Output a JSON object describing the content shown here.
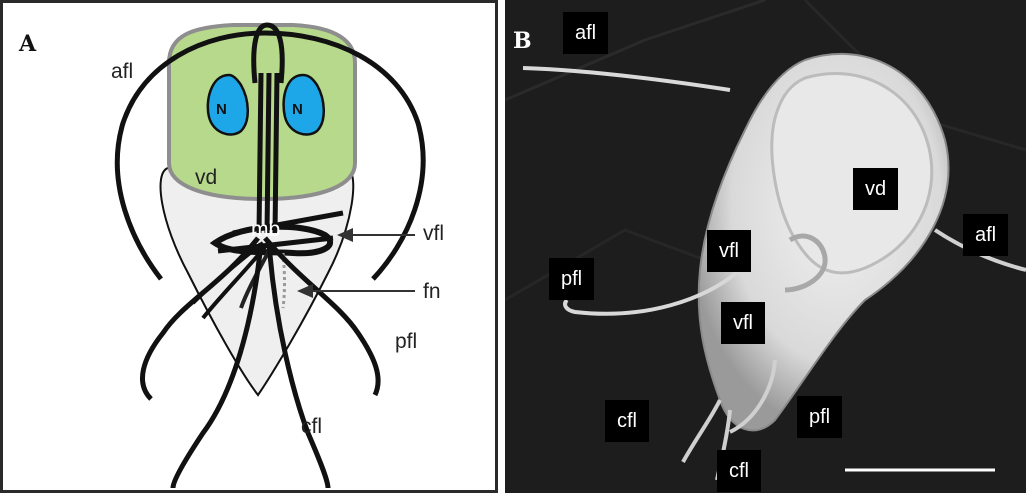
{
  "panel_a": {
    "letter": "A",
    "labels": {
      "afl": "afl",
      "vd": "vd",
      "mb": "mb",
      "vfl": "vfl",
      "fn": "fn",
      "pfl": "pfl",
      "cfl": "cfl",
      "nucleus_left": "N",
      "nucleus_right": "N"
    }
  },
  "panel_b": {
    "letter": "B",
    "labels": {
      "afl_top": "afl",
      "afl_right": "afl",
      "vd": "vd",
      "pfl_left": "pfl",
      "vfl_upper": "vfl",
      "vfl_lower": "vfl",
      "cfl_left": "cfl",
      "cfl_bottom": "cfl",
      "pfl_bottom": "pfl"
    },
    "scale_bar": "scale-bar"
  },
  "colors": {
    "disc_green": "#b7d98b",
    "nucleus_blue": "#1ea7e8",
    "outline": "#111111",
    "sem_background": "#1d1d1d",
    "sem_cell": "#e4e4e4"
  }
}
